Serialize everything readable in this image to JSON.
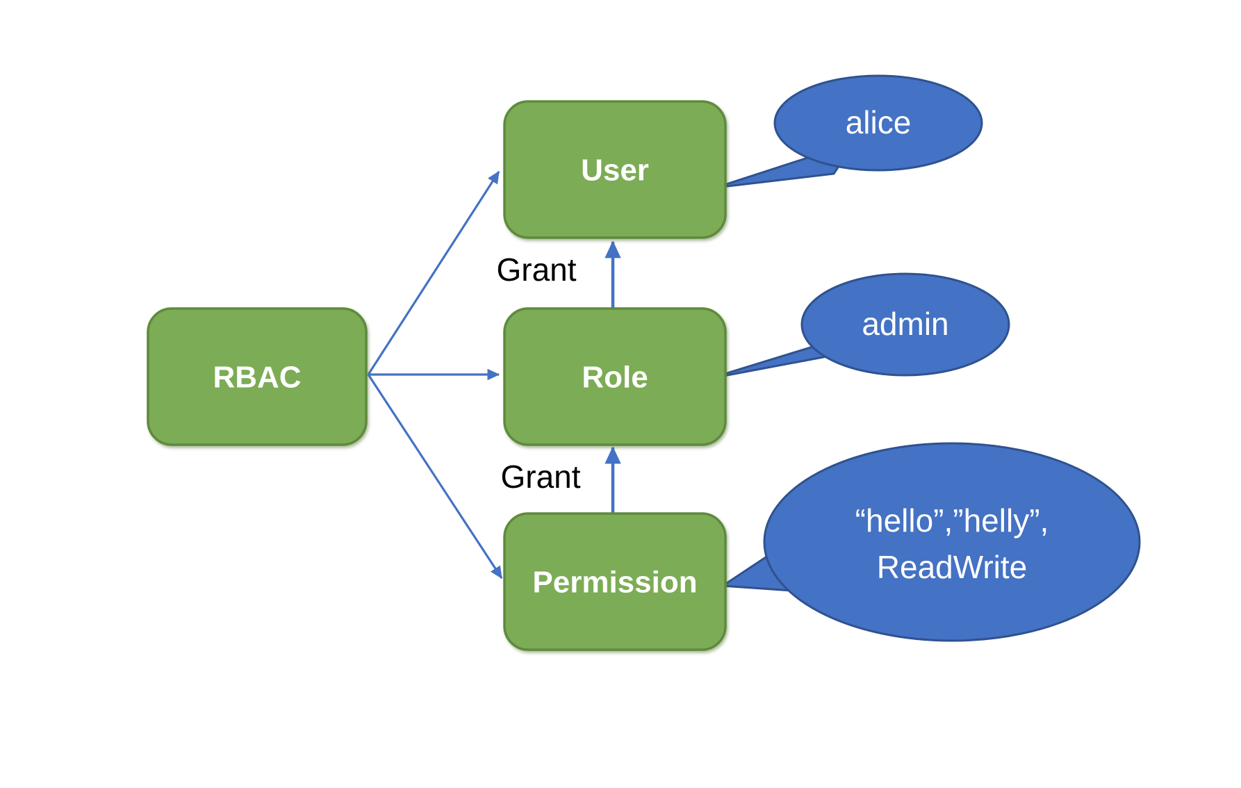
{
  "diagram": {
    "title": "RBAC",
    "colors": {
      "node_fill": "#7CAC55",
      "node_stroke": "#5F8A3C",
      "node_text": "#FFFFFF",
      "callout_fill": "#4472C4",
      "callout_stroke": "#2F528F",
      "callout_text": "#FFFFFF",
      "arrow": "#4472C4",
      "edge_label_text": "#000000",
      "background": "#FFFFFF"
    },
    "nodes": [
      {
        "id": "rbac",
        "label": "RBAC",
        "shape": "rounded-rect"
      },
      {
        "id": "user",
        "label": "User",
        "shape": "rounded-rect"
      },
      {
        "id": "role",
        "label": "Role",
        "shape": "rounded-rect"
      },
      {
        "id": "permission",
        "label": "Permission",
        "shape": "rounded-rect"
      }
    ],
    "callouts": [
      {
        "id": "alice",
        "attached_to": "user",
        "label": "alice",
        "shape": "oval-callout"
      },
      {
        "id": "admin",
        "attached_to": "role",
        "label": "admin",
        "shape": "oval-callout"
      },
      {
        "id": "perms",
        "attached_to": "permission",
        "shape": "oval-callout",
        "line1": "“hello”,”helly”,",
        "line2": "ReadWrite"
      }
    ],
    "edges": [
      {
        "from": "rbac",
        "to": "user",
        "label": ""
      },
      {
        "from": "rbac",
        "to": "role",
        "label": ""
      },
      {
        "from": "rbac",
        "to": "permission",
        "label": ""
      },
      {
        "from": "role",
        "to": "user",
        "label": "Grant"
      },
      {
        "from": "permission",
        "to": "role",
        "label": "Grant"
      }
    ],
    "edge_labels": {
      "role_to_user": "Grant",
      "permission_to_role": "Grant"
    }
  }
}
